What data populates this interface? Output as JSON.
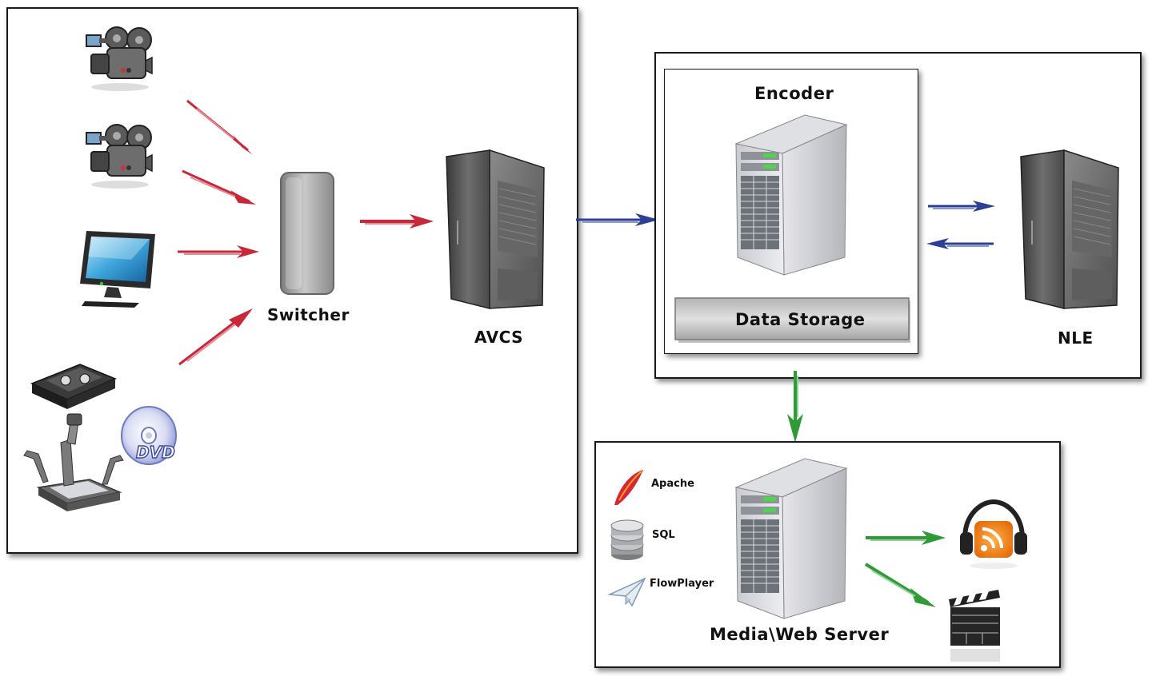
{
  "production_panel": {
    "switcher_label": "Switcher",
    "avcs_label": "AVCS",
    "sources": [
      "video-camera",
      "video-camera",
      "monitor",
      "vhs-tape",
      "document-camera",
      "dvd-disc"
    ]
  },
  "processing_panel": {
    "encoder_label": "Encoder",
    "data_storage_label": "Data Storage",
    "nle_label": "NLE"
  },
  "distribution_panel": {
    "server_label": "Media\\Web Server",
    "software": [
      {
        "label": "Apache",
        "icon": "apache-feather-icon"
      },
      {
        "label": "SQL",
        "icon": "database-icon"
      },
      {
        "label": "FlowPlayer",
        "icon": "paper-plane-icon"
      }
    ],
    "outputs": [
      "podcast-headphones-icon",
      "clapperboard-icon"
    ]
  },
  "colors": {
    "red_arrow": "#c8283a",
    "blue_arrow": "#2c3f96",
    "green_arrow": "#2e9b36"
  }
}
